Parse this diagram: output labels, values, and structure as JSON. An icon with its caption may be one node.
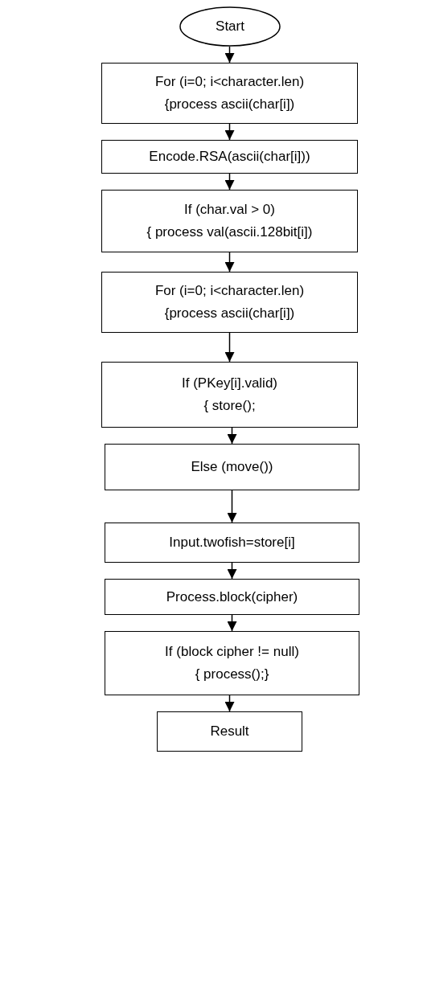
{
  "diagram": {
    "nodes": [
      {
        "text": [
          "Start"
        ]
      },
      {
        "text": [
          "For (i=0; i<character.len)",
          "{process ascii(char[i])"
        ]
      },
      {
        "text": [
          "Encode.RSA(ascii(char[i]))"
        ]
      },
      {
        "text": [
          "If (char.val > 0)",
          "{ process val(ascii.128bit[i])"
        ]
      },
      {
        "text": [
          "For (i=0; i<character.len)",
          "{process ascii(char[i])"
        ]
      },
      {
        "text": [
          "If (PKey[i].valid)",
          "{ store();"
        ]
      },
      {
        "text": [
          "Else (move())"
        ]
      },
      {
        "text": [
          "Input.twofish=store[i]"
        ]
      },
      {
        "text": [
          "Process.block(cipher)"
        ]
      },
      {
        "text": [
          "If (block cipher != null)",
          "{ process();}"
        ]
      },
      {
        "text": [
          "Result"
        ]
      }
    ],
    "edges": [
      {
        "from": 0,
        "to": 1,
        "arrow": "to"
      },
      {
        "from": 1,
        "to": 2,
        "arrow": "to"
      },
      {
        "from": 2,
        "to": 3,
        "arrow": "to"
      },
      {
        "from": 3,
        "to": 4,
        "arrow": "to"
      },
      {
        "from": 4,
        "to": 5,
        "arrow": "to"
      },
      {
        "from": 5,
        "to": 6,
        "arrow": "to"
      },
      {
        "from": 6,
        "to": 7,
        "arrow": "to"
      },
      {
        "from": 7,
        "to": 8,
        "arrow": "to"
      },
      {
        "from": 8,
        "to": 9,
        "arrow": "to"
      },
      {
        "from": 9,
        "to": 10,
        "arrow": "to"
      }
    ]
  }
}
